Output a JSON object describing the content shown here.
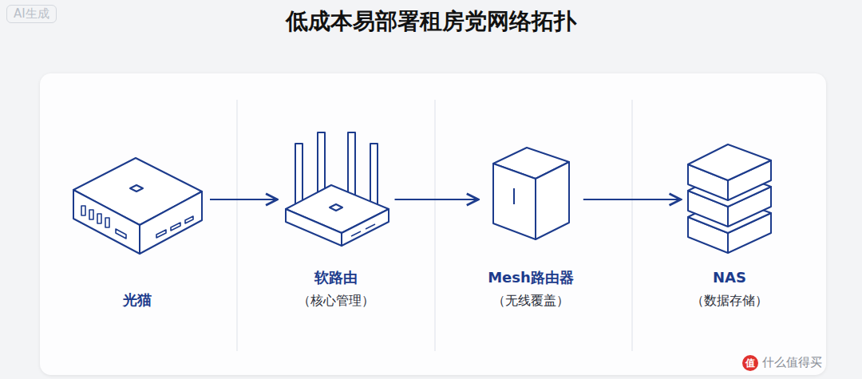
{
  "diagram": {
    "title": "低成本易部署租房党网络拓扑",
    "nodes": [
      {
        "text": [
          "光猫"
        ]
      },
      {
        "text": [
          "软路由",
          "（核心管理）"
        ]
      },
      {
        "text": [
          "Mesh路由器",
          "（无线覆盖）"
        ]
      },
      {
        "text": [
          "NAS",
          "（数据存储）"
        ]
      }
    ],
    "edges": [
      {
        "from": 0,
        "to": 1,
        "arrow": "to"
      },
      {
        "from": 1,
        "to": 2,
        "arrow": "to"
      },
      {
        "from": 2,
        "to": 3,
        "arrow": "to"
      }
    ],
    "labels": [
      "AI生成",
      "值",
      "什么值得买"
    ]
  }
}
